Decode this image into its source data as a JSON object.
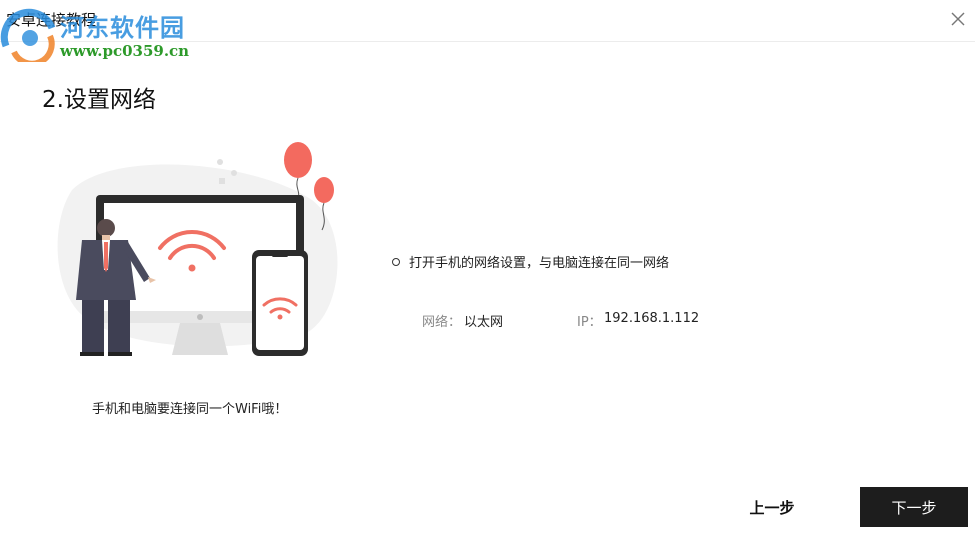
{
  "window": {
    "title": "安卓连接教程"
  },
  "watermark": {
    "name": "河东软件园",
    "url": "www.pc0359.cn"
  },
  "step": {
    "title": "2.设置网络"
  },
  "illustration": {
    "caption": "手机和电脑要连接同一个WiFi哦！"
  },
  "instructions": {
    "hint": "打开手机的网络设置，与电脑连接在同一网络",
    "network_label": "网络：",
    "network_value": "以太网",
    "ip_label": "IP：",
    "ip_value": "192.168.1.112"
  },
  "buttons": {
    "prev": "上一步",
    "next": "下一步"
  },
  "colors": {
    "accent": "#f07063",
    "button_bg": "#1d1d1d",
    "balloon": "#f36a5f"
  }
}
